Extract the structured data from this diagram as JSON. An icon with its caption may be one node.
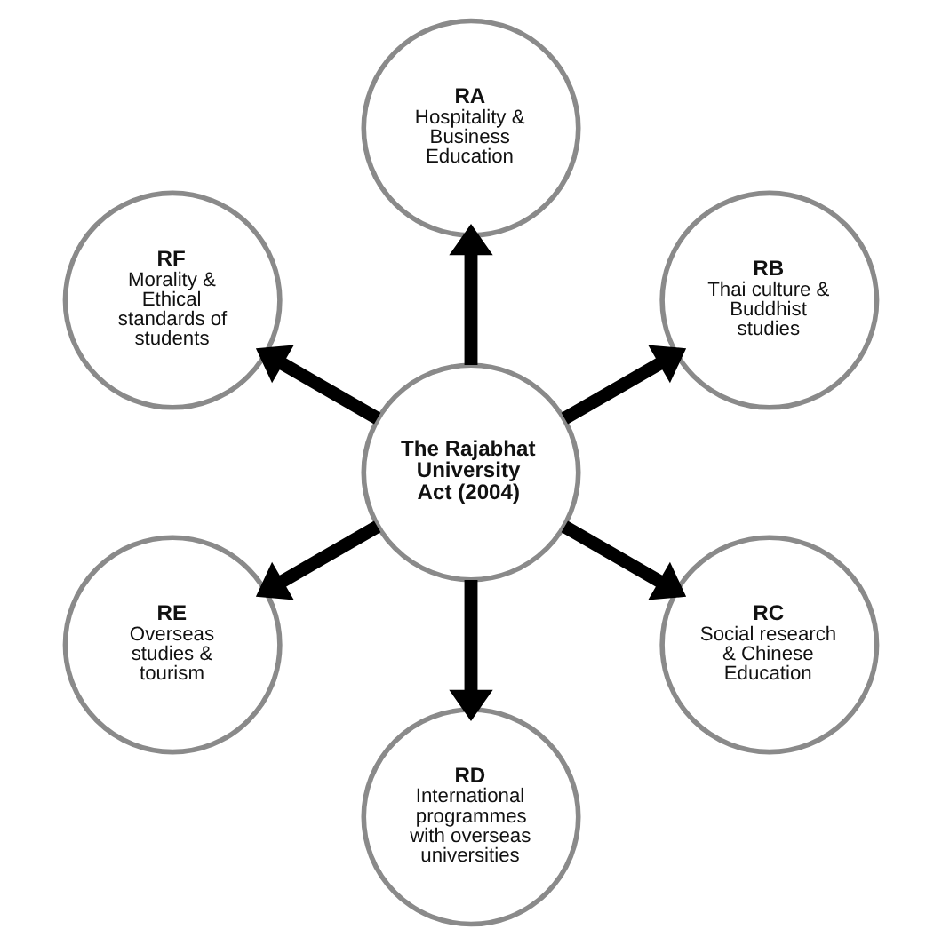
{
  "diagram": {
    "nodes": [
      {
        "text": [
          "RA",
          "Hospitality & Business Education"
        ]
      },
      {
        "text": [
          "RF",
          "Morality & Ethical standards of students"
        ]
      },
      {
        "text": [
          "RB",
          "Thai culture & Buddhist studies"
        ]
      },
      {
        "text": [
          "The Rajabhat University Act (2004)"
        ]
      },
      {
        "text": [
          "RE",
          "Overseas studies & tourism"
        ]
      },
      {
        "text": [
          "RC",
          "Social research & Chinese Education"
        ]
      },
      {
        "text": [
          "RD",
          "International programmes with overseas universities"
        ]
      }
    ],
    "edges": [
      {
        "from": 3,
        "to": 0,
        "arrow": "to"
      },
      {
        "from": 3,
        "to": 2,
        "arrow": "to"
      },
      {
        "from": 3,
        "to": 5,
        "arrow": "to"
      },
      {
        "from": 3,
        "to": 6,
        "arrow": "to"
      },
      {
        "from": 3,
        "to": 4,
        "arrow": "to"
      },
      {
        "from": 3,
        "to": 1,
        "arrow": "to"
      }
    ]
  }
}
